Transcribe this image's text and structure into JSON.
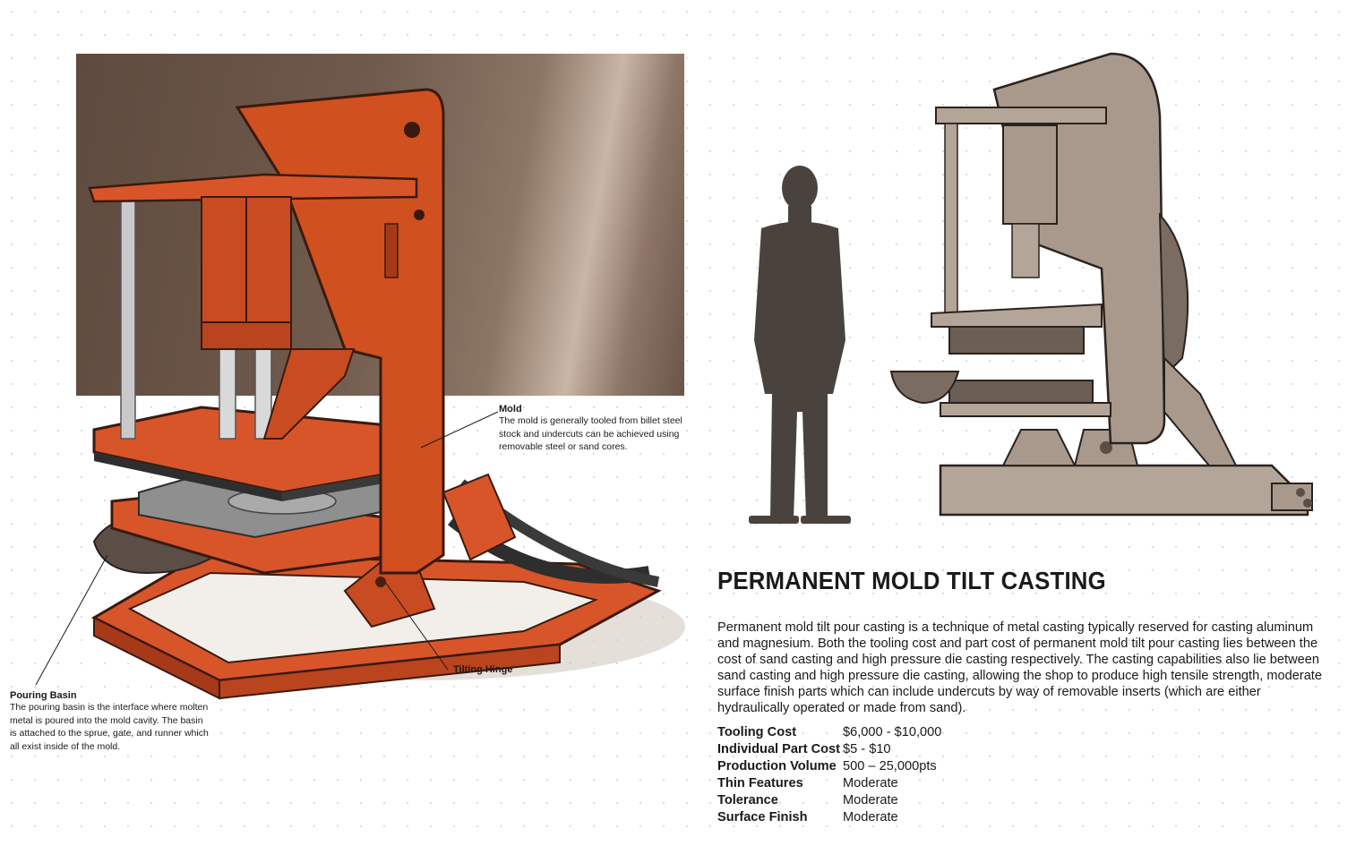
{
  "title": "PERMANENT MOLD TILT CASTING",
  "description": "Permanent mold tilt pour casting is a technique of metal casting typically reserved for casting aluminum and magnesium. Both the tooling cost and part cost of permanent mold tilt pour casting lies between the cost of sand casting and high pressure die casting respectively. The casting capabilities also lie between sand casting and high pressure die casting, allowing the shop to produce high tensile strength, moderate surface finish parts which can include undercuts by way of removable inserts (which are either hydraulically operated or made from sand).",
  "specs": [
    {
      "label": "Tooling Cost",
      "value": "$6,000 - $10,000"
    },
    {
      "label": "Individual Part Cost",
      "value": "$5 - $10"
    },
    {
      "label": "Production Volume",
      "value": "500 – 25,000pts"
    },
    {
      "label": "Thin Features",
      "value": "Moderate"
    },
    {
      "label": "Tolerance",
      "value": "Moderate"
    },
    {
      "label": "Surface Finish",
      "value": "Moderate"
    }
  ],
  "callouts": {
    "mold": {
      "title": "Mold",
      "text": "The mold is generally tooled from billet steel stock and undercuts can be achieved using removable steel or sand cores."
    },
    "pouring_basin": {
      "title": "Pouring Basin",
      "text": "The pouring basin is the interface where molten metal is poured into the mold cavity. The basin is attached to the sprue, gate, and runner which all exist inside of the mold."
    },
    "tilting_hinge": {
      "title": "Tilting Hinge"
    }
  },
  "colors": {
    "press_orange": "#d8552a",
    "press_orange_dark": "#a63a18",
    "background_brown": "#6a5548",
    "silhouette": "#4a423d",
    "press_taupe": "#a8998c"
  }
}
